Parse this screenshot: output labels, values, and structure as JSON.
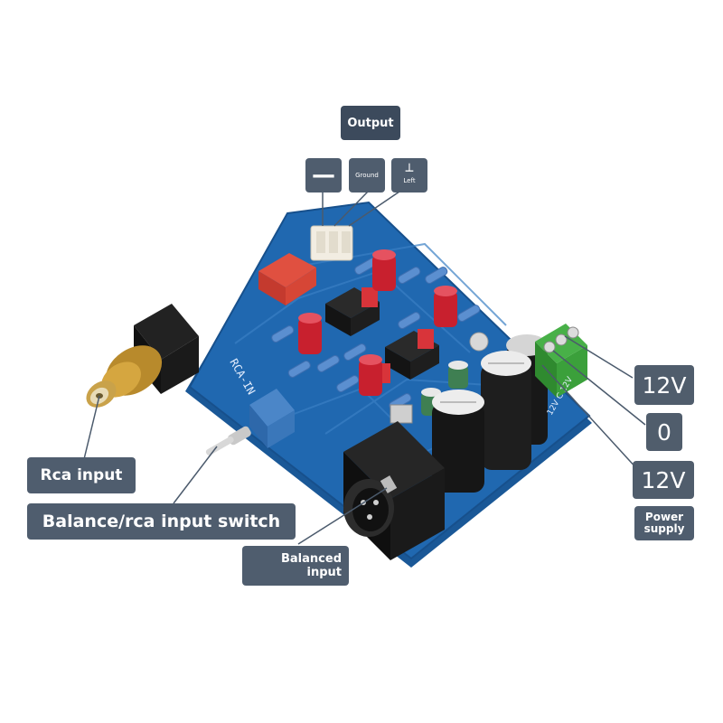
{
  "labels": {
    "output": "Output",
    "pin_minus": "—",
    "pin_ground": "Ground",
    "pin_left": "Left",
    "rca_input": "Rca input",
    "switch": "Balance/rca input switch",
    "balanced_input": "Balanced\ninput",
    "v_top": "12V",
    "v_zero": "0",
    "v_bottom": "12V",
    "power_supply": "Power\nsupply"
  },
  "silkscreen": {
    "rca_in": "RCA-IN",
    "terminal": "12V  C  12V"
  },
  "colors": {
    "pcb": "#1f64a8",
    "tag": "#4f5d6e",
    "terminal": "#3a9a3a",
    "capacitor_red": "#d0283a"
  }
}
